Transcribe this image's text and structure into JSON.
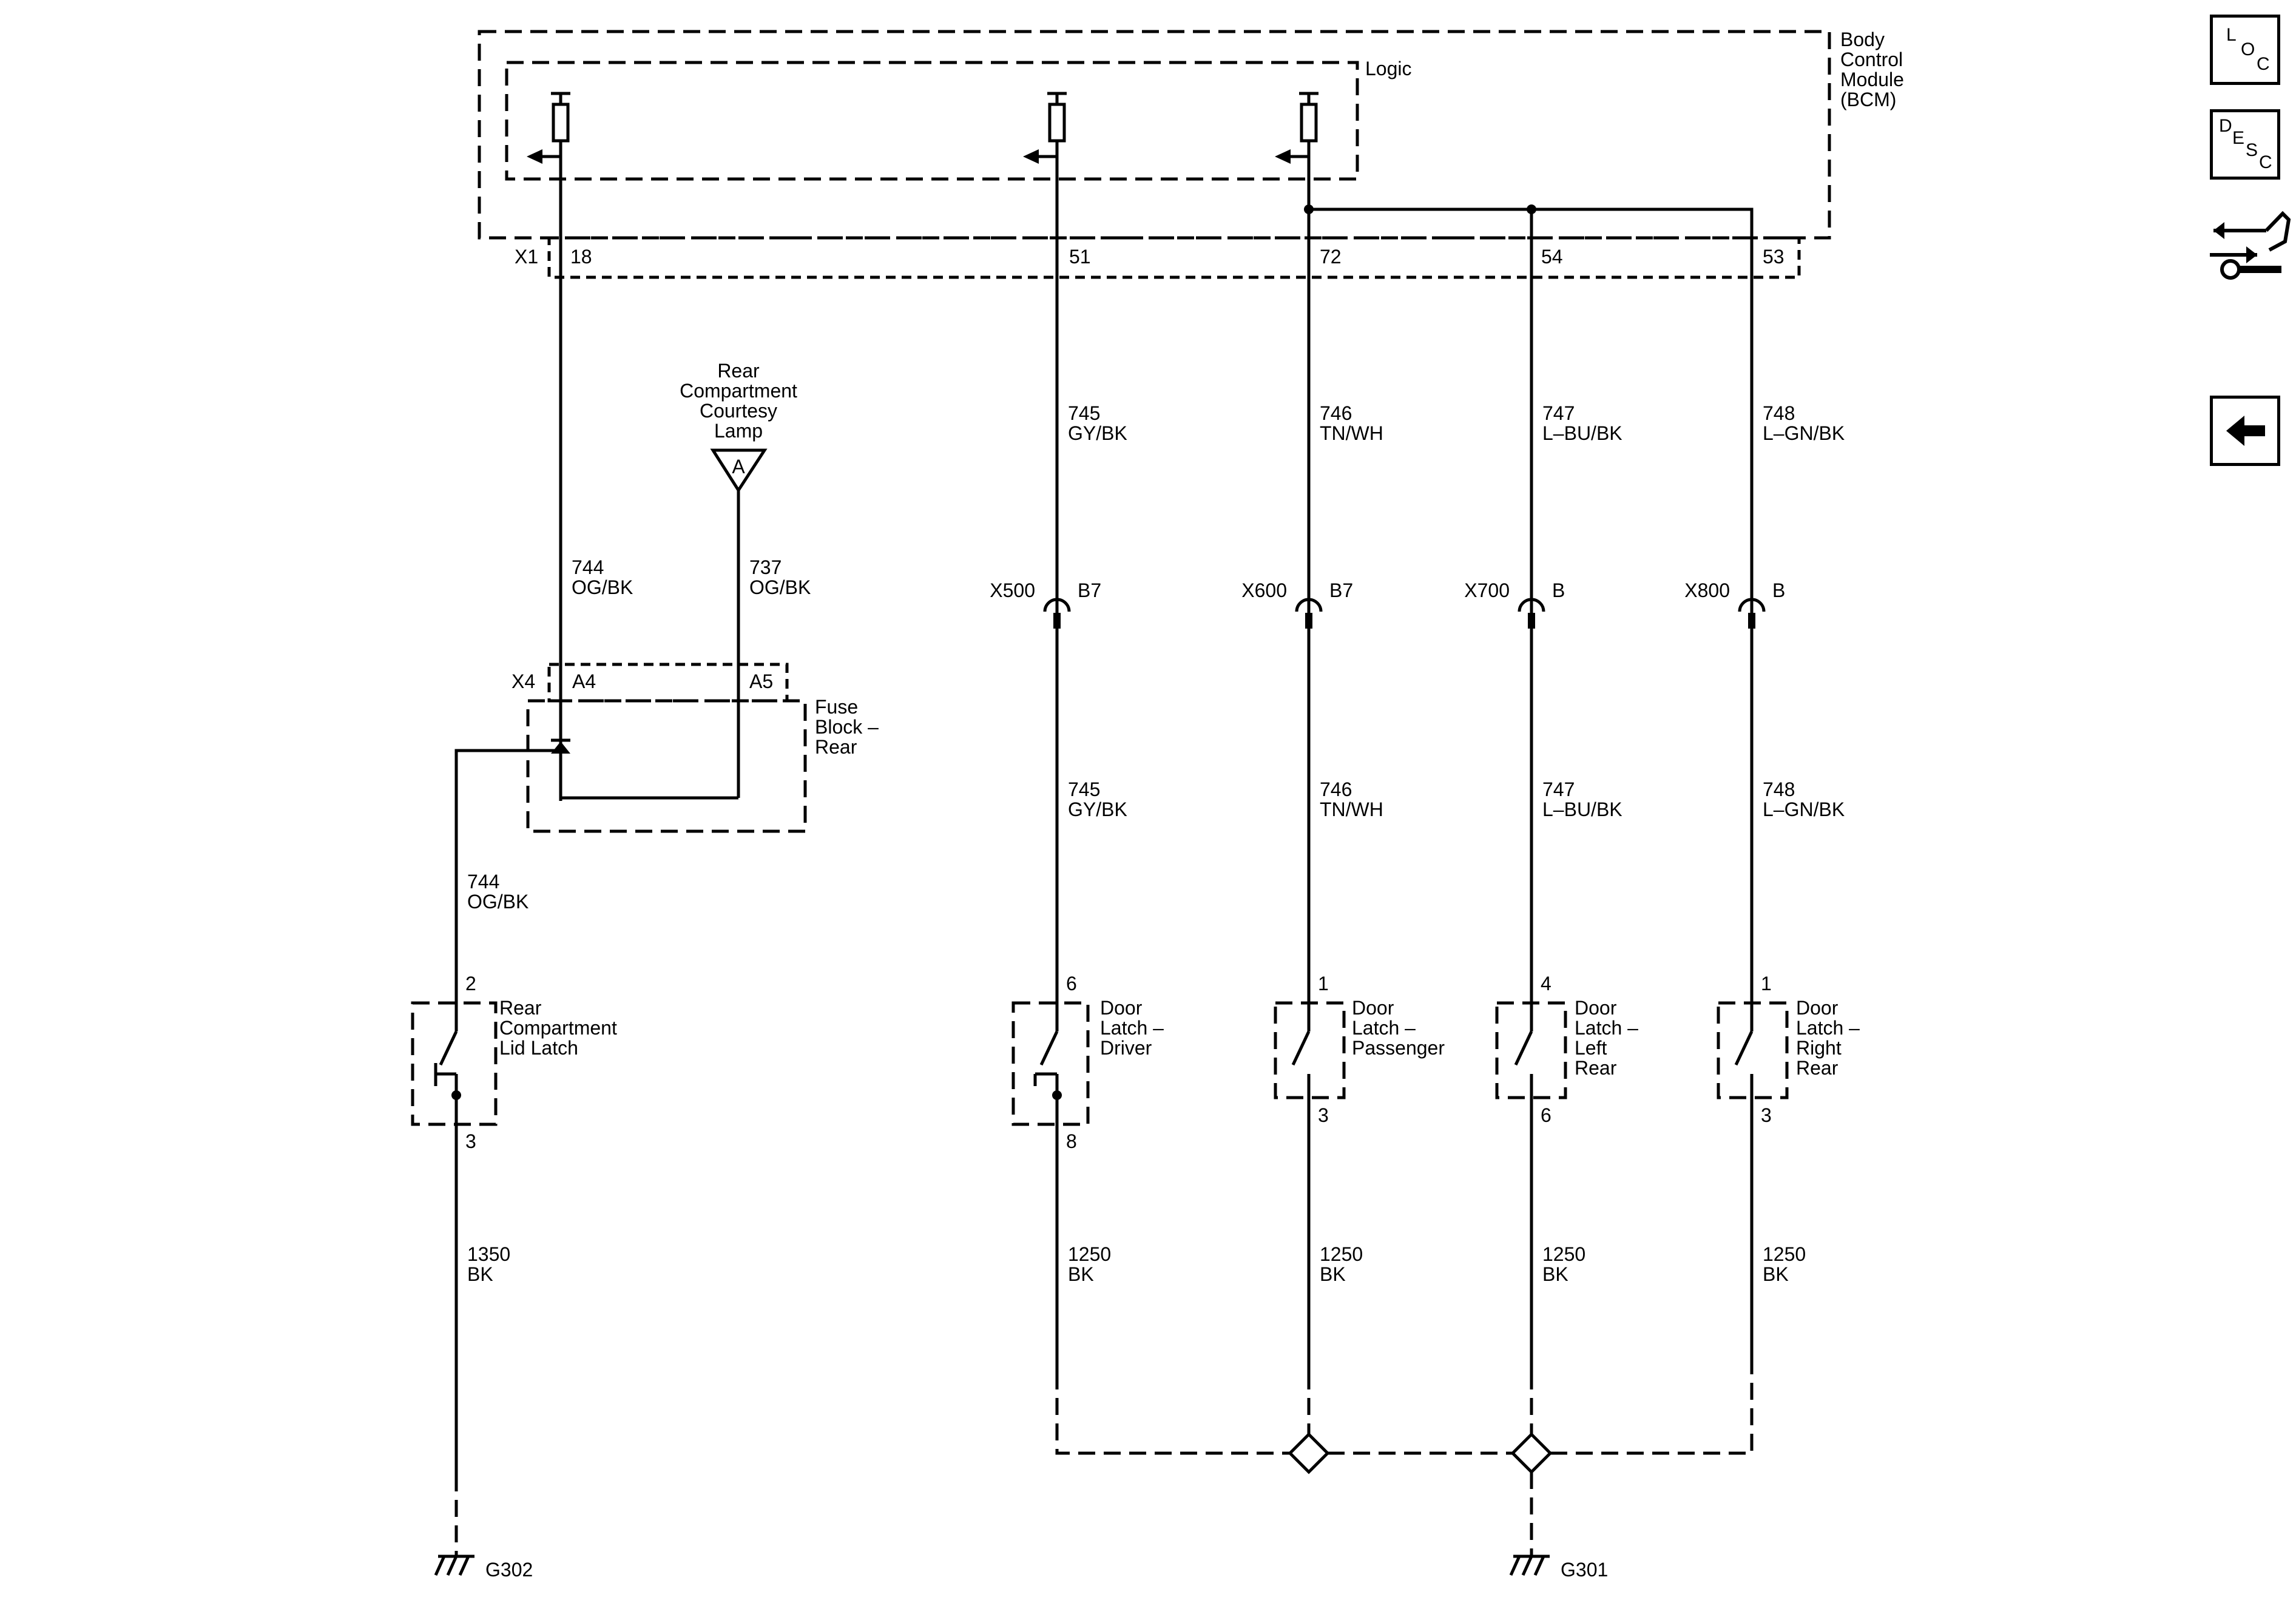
{
  "module": {
    "name_lines": [
      "Body",
      "Control",
      "Module",
      "(BCM)"
    ],
    "logic_label": "Logic",
    "connector": "X1",
    "pins": [
      "18",
      "51",
      "72",
      "54",
      "53"
    ]
  },
  "courtesy_lamp": {
    "name_lines": [
      "Rear",
      "Compartment",
      "Courtesy",
      "Lamp"
    ],
    "ref": "A"
  },
  "fuse_block": {
    "name_lines": [
      "Fuse",
      "Block –",
      "Rear"
    ],
    "connector": "X4",
    "pins": [
      "A4",
      "A5"
    ]
  },
  "wires": {
    "w744_upper": [
      "744",
      "OG/BK"
    ],
    "w737": [
      "737",
      "OG/BK"
    ],
    "w744_lower": [
      "744",
      "OG/BK"
    ],
    "w745_upper": [
      "745",
      "GY/BK"
    ],
    "w746_upper": [
      "746",
      "TN/WH"
    ],
    "w747_upper": [
      "747",
      "L–BU/BK"
    ],
    "w748_upper": [
      "748",
      "L–GN/BK"
    ],
    "w745_lower": [
      "745",
      "GY/BK"
    ],
    "w746_lower": [
      "746",
      "TN/WH"
    ],
    "w747_lower": [
      "747",
      "L–BU/BK"
    ],
    "w748_lower": [
      "748",
      "L–GN/BK"
    ],
    "w1350": [
      "1350",
      "BK"
    ],
    "w1250_a": [
      "1250",
      "BK"
    ],
    "w1250_b": [
      "1250",
      "BK"
    ],
    "w1250_c": [
      "1250",
      "BK"
    ],
    "w1250_d": [
      "1250",
      "BK"
    ]
  },
  "inline_connectors": [
    {
      "name": "X500",
      "pin": "B7"
    },
    {
      "name": "X600",
      "pin": "B7"
    },
    {
      "name": "X700",
      "pin": "B"
    },
    {
      "name": "X800",
      "pin": "B"
    }
  ],
  "switches": {
    "lid_latch": {
      "name_lines": [
        "Rear",
        "Compartment",
        "Lid Latch"
      ],
      "pin_top": "2",
      "pin_bottom": "3"
    },
    "driver": {
      "name_lines": [
        "Door",
        "Latch –",
        "Driver"
      ],
      "pin_top": "6",
      "pin_bottom": "8"
    },
    "passenger": {
      "name_lines": [
        "Door",
        "Latch –",
        "Passenger"
      ],
      "pin_top": "1",
      "pin_bottom": "3"
    },
    "left_rear": {
      "name_lines": [
        "Door",
        "Latch –",
        "Left",
        "Rear"
      ],
      "pin_top": "4",
      "pin_bottom": "6"
    },
    "right_rear": {
      "name_lines": [
        "Door",
        "Latch –",
        "Right",
        "Rear"
      ],
      "pin_top": "1",
      "pin_bottom": "3"
    }
  },
  "grounds": [
    "G302",
    "G301"
  ],
  "side_buttons": {
    "loc": [
      "L",
      "O",
      "C"
    ],
    "desc": [
      "D",
      "E",
      "S",
      "C"
    ]
  }
}
